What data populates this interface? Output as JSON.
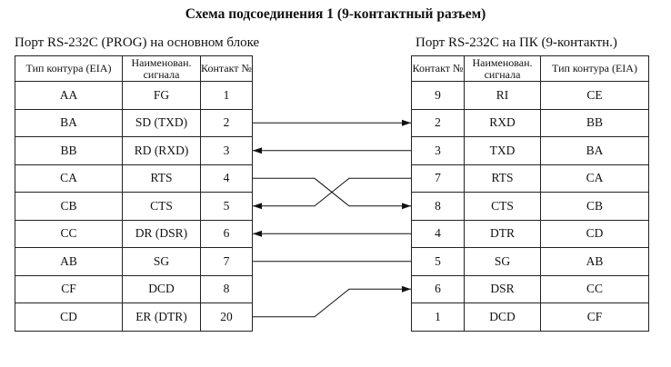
{
  "title": "Схема подсоединения 1 (9-контактный разъем)",
  "left_block": {
    "label": "Порт RS-232C (PROG) на основном блоке",
    "headers": [
      "Тип контура (EIA)",
      "Наименован. сигнала",
      "Контакт №"
    ],
    "rows": [
      [
        "AA",
        "FG",
        "1"
      ],
      [
        "BA",
        "SD (TXD)",
        "2"
      ],
      [
        "BB",
        "RD (RXD)",
        "3"
      ],
      [
        "CA",
        "RTS",
        "4"
      ],
      [
        "CB",
        "CTS",
        "5"
      ],
      [
        "CC",
        "DR (DSR)",
        "6"
      ],
      [
        "AB",
        "SG",
        "7"
      ],
      [
        "CF",
        "DCD",
        "8"
      ],
      [
        "CD",
        "ER (DTR)",
        "20"
      ]
    ]
  },
  "right_block": {
    "label": "Порт RS-232C на ПК (9-контактн.)",
    "headers": [
      "Контакт №",
      "Наименован. сигнала",
      "Тип контура (EIA)"
    ],
    "rows": [
      [
        "9",
        "RI",
        "CE"
      ],
      [
        "2",
        "RXD",
        "BB"
      ],
      [
        "3",
        "TXD",
        "BA"
      ],
      [
        "7",
        "RTS",
        "CA"
      ],
      [
        "8",
        "CTS",
        "CB"
      ],
      [
        "4",
        "DTR",
        "CD"
      ],
      [
        "5",
        "SG",
        "AB"
      ],
      [
        "6",
        "DSR",
        "CC"
      ],
      [
        "1",
        "DCD",
        "CF"
      ]
    ]
  },
  "connections": [
    {
      "from_row": 1,
      "to_row": 1,
      "arrow": "right"
    },
    {
      "from_row": 2,
      "to_row": 2,
      "arrow": "left"
    },
    {
      "from_row": 3,
      "to_row": 4,
      "arrow": "right"
    },
    {
      "from_row": 4,
      "to_row": 3,
      "arrow": "left"
    },
    {
      "from_row": 5,
      "to_row": 5,
      "arrow": "left"
    },
    {
      "from_row": 6,
      "to_row": 6,
      "arrow": "none"
    },
    {
      "from_row": 8,
      "to_row": 7,
      "arrow": "right"
    }
  ]
}
